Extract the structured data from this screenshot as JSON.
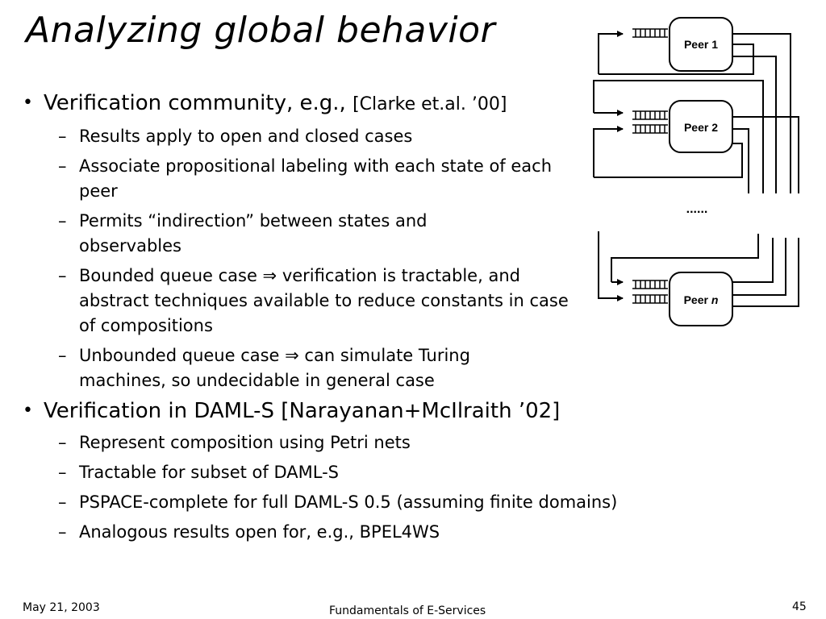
{
  "title": "Analyzing global behavior",
  "bullets": [
    {
      "text_main": "Verification community, e.g., ",
      "text_small": "[Clarke et.al. ’00]",
      "sub": [
        "Results apply to open and closed cases",
        "Associate propositional labeling with each state of each peer",
        "Permits “indirection” between states and observables",
        "Bounded queue case ⇒ verification is tractable, and abstract techniques available to reduce constants in case of compositions",
        "Unbounded queue case  ⇒ can simulate Turing machines, so undecidable in general case"
      ]
    },
    {
      "text_main": "Verification in DAML-S [Narayanan+McIlraith ’02]",
      "sub": [
        "Represent composition using Petri nets",
        "Tractable for subset of DAML-S",
        "PSPACE-complete for full DAML-S 0.5 (assuming finite domains)",
        "Analogous results open for, e.g., BPEL4WS"
      ]
    }
  ],
  "diagram": {
    "peer1": "Peer 1",
    "peer2": "Peer 2",
    "peern_prefix": "Peer ",
    "peern_var": "n",
    "ellipsis": "......"
  },
  "footer": {
    "date": "May 21, 2003",
    "course": "Fundamentals of E-Services",
    "page": "45"
  }
}
